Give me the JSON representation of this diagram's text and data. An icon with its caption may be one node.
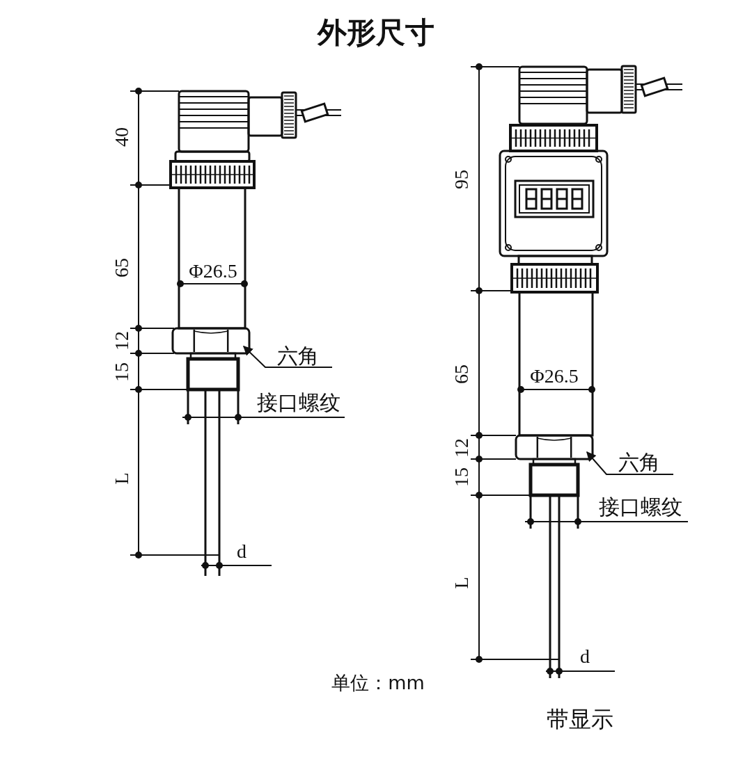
{
  "diagram": {
    "title": "外形尺寸",
    "nodes": [
      {
        "text": [
          "六角"
        ]
      },
      {
        "text": [],
        "shape": "picture"
      },
      {
        "text": [
          "六角"
        ]
      },
      {
        "text": [],
        "shape": "picture"
      }
    ],
    "edges": [
      {
        "from": 0,
        "to": 1,
        "arrow": "to"
      },
      {
        "from": 2,
        "to": 3,
        "arrow": "to"
      }
    ],
    "labels": [
      "40",
      "65",
      "Φ26.5",
      "12",
      "15",
      "接口螺纹",
      "L",
      "d",
      "95",
      "65",
      "Φ26.5",
      "12",
      "15",
      "接口螺纹",
      "L",
      "d",
      "单位：mm",
      "带显示"
    ]
  }
}
